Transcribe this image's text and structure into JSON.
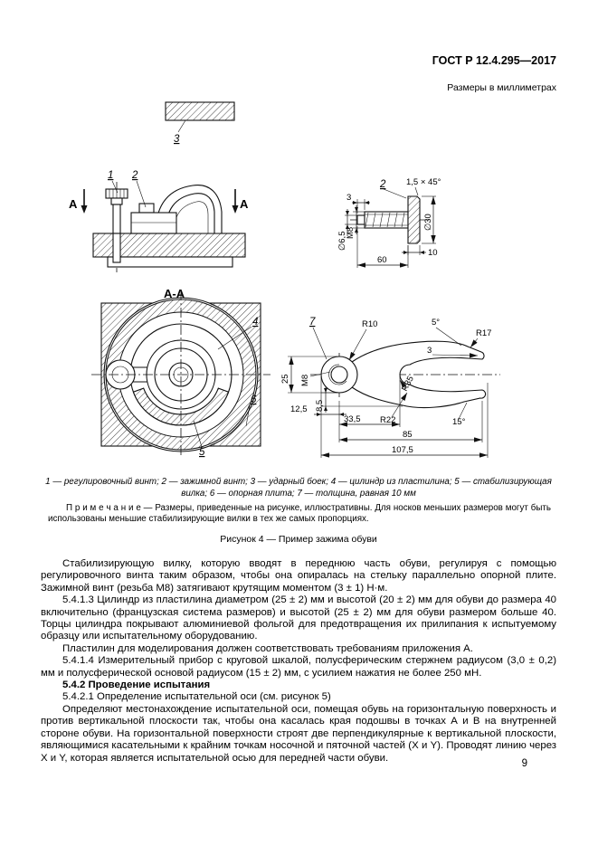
{
  "page": {
    "doc_number": "ГОСТ Р 12.4.295—2017",
    "units_note": "Размеры в миллиметрах",
    "page_number": "9"
  },
  "figure4": {
    "title": "Рисунок 4 — Пример зажима обуви",
    "section_label": "А-А",
    "section_letter": "А",
    "part_labels": {
      "p1": "1",
      "p2": "2",
      "p3": "3",
      "p4": "4",
      "p5": "5",
      "p6": "6",
      "p7": "7"
    },
    "dims": {
      "chamfer": "1,5 × 45°",
      "d30": "∅30",
      "d65": "∅6,5",
      "m8": "M8",
      "len60": "60",
      "len10": "10",
      "len3": "3",
      "r10": "R10",
      "r17": "R17",
      "r35": "R35",
      "r22": "R22",
      "a5": "5°",
      "a15": "15°",
      "w3": "3",
      "h25": "25",
      "m8b": "M8",
      "h85": "8,5",
      "l125": "12,5",
      "l335": "33,5",
      "l85": "85",
      "l1075": "107,5"
    },
    "legend": "1 — регулировочный винт; 2 — зажимной винт; 3 — ударный боек; 4 — цилиндр из пластилина; 5 — стабилизирующая вилка; 6 — опорная плита; 7 — толщина, равная 10 мм",
    "note": "П р и м е ч а н и е — Размеры, приведенные на рисунке, иллюстративны. Для носков меньших размеров могут быть использованы меньшие стабилизирующие вилки в тех же самых пропорциях."
  },
  "body": {
    "para1": "Стабилизирующую вилку, которую вводят в переднюю часть обуви, регулируя с помощью регулировочного винта таким образом, чтобы она опиралась на стельку параллельно опорной плите. Зажимной винт (резьба М8) затягивают крутящим моментом (3 ± 1) Н·м.",
    "para2": "5.4.1.3 Цилиндр из пластилина диаметром (25 ± 2) мм и высотой (20 ± 2) мм для обуви до размера 40 включительно (французская система размеров) и высотой (25 ± 2) мм для обуви размером больше 40. Торцы цилиндра покрывают алюминиевой фольгой для предотвращения их прилипания к испытуемому образцу или испытательному оборудованию.",
    "para3": "Пластилин для моделирования должен соответствовать требованиям приложения А.",
    "para4": "5.4.1.4 Измерительный прибор с круговой шкалой, полусферическим стержнем радиусом (3,0 ± 0,2) мм и полусферической основой радиусом (15 ± 2) мм, с усилием нажатия не более 250 мН.",
    "heading542": "5.4.2 Проведение испытания",
    "para5": "5.4.2.1 Определение испытательной оси (см. рисунок 5)",
    "para6": "Определяют местонахождение испытательной оси, помещая обувь на горизонтальную поверхность и против вертикальной плоскости так, чтобы она касалась края подошвы в точках А и В на внутренней стороне обуви. На горизонтальной поверхности строят две перпендикулярные к вертикальной плоскости, являющимися касательными к крайним точкам носочной и пяточной частей (X и Y). Проводят линию через X и Y, которая является испытательной осью для передней части обуви."
  }
}
